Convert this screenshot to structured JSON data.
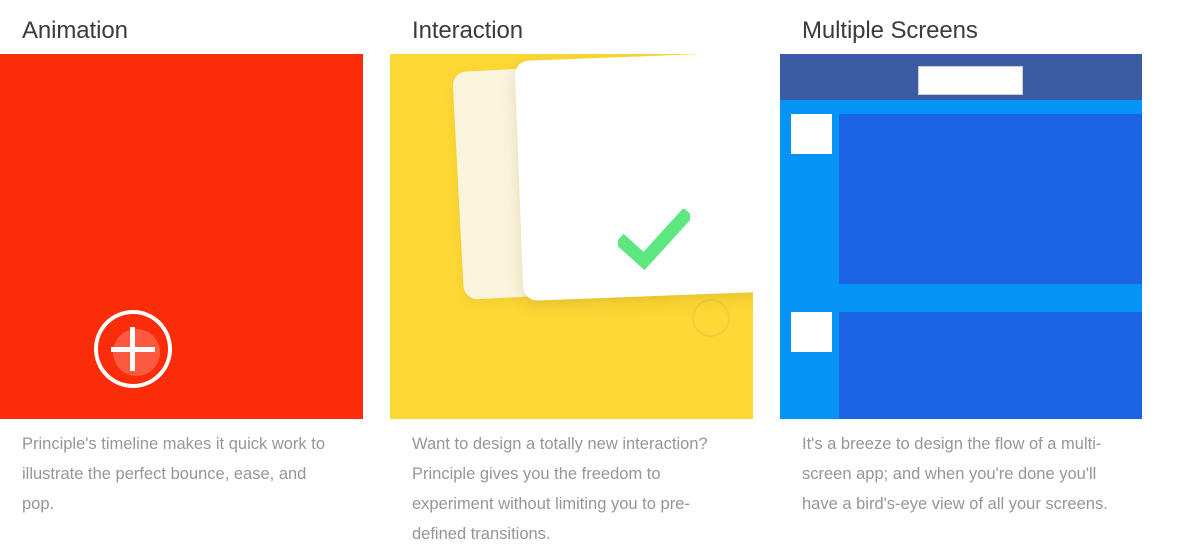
{
  "page": {
    "background": "#ffffff",
    "heading_color": "#3b3b3b",
    "caption_color": "#949699"
  },
  "features": [
    {
      "id": "animation",
      "heading": "Animation",
      "caption": "Principle's timeline makes it quick work to illustrate the perfect bounce, ease, and pop.",
      "media": {
        "kind": "animation-preview",
        "background_color": "#FA2C0A",
        "icon": "plus-in-circle-icon",
        "icon_color": "#FFFFFF",
        "ripple_color": "rgba(255,255,255,0.22)"
      }
    },
    {
      "id": "interaction",
      "heading": "Interaction",
      "caption": "Want to design a totally new interaction? Principle gives you the freedom to experiment without limiting you to pre-defined transitions.",
      "media": {
        "kind": "interaction-preview",
        "background_color": "#FDD835",
        "back_card_color": "#FBF4DC",
        "front_card_color": "#FFFFFF",
        "icon": "check-mark-icon",
        "icon_color": "#5CE87E",
        "ghost_circle": "tap-target-circle"
      }
    },
    {
      "id": "multiple-screens",
      "heading": "Multiple Screens",
      "caption": "It's a breeze to design the flow of a multi-screen app; and when you're done you'll have a bird's-eye view of all your screens.",
      "media": {
        "kind": "multiple-screens-preview",
        "background_color": "#0593F5",
        "toolbar_color": "#3B5BA5",
        "toolbar_field_color": "#FFFFFF",
        "thumbnail_color": "#FFFFFF",
        "screen_block_color": "#1B64E3",
        "rows": 2
      }
    }
  ]
}
